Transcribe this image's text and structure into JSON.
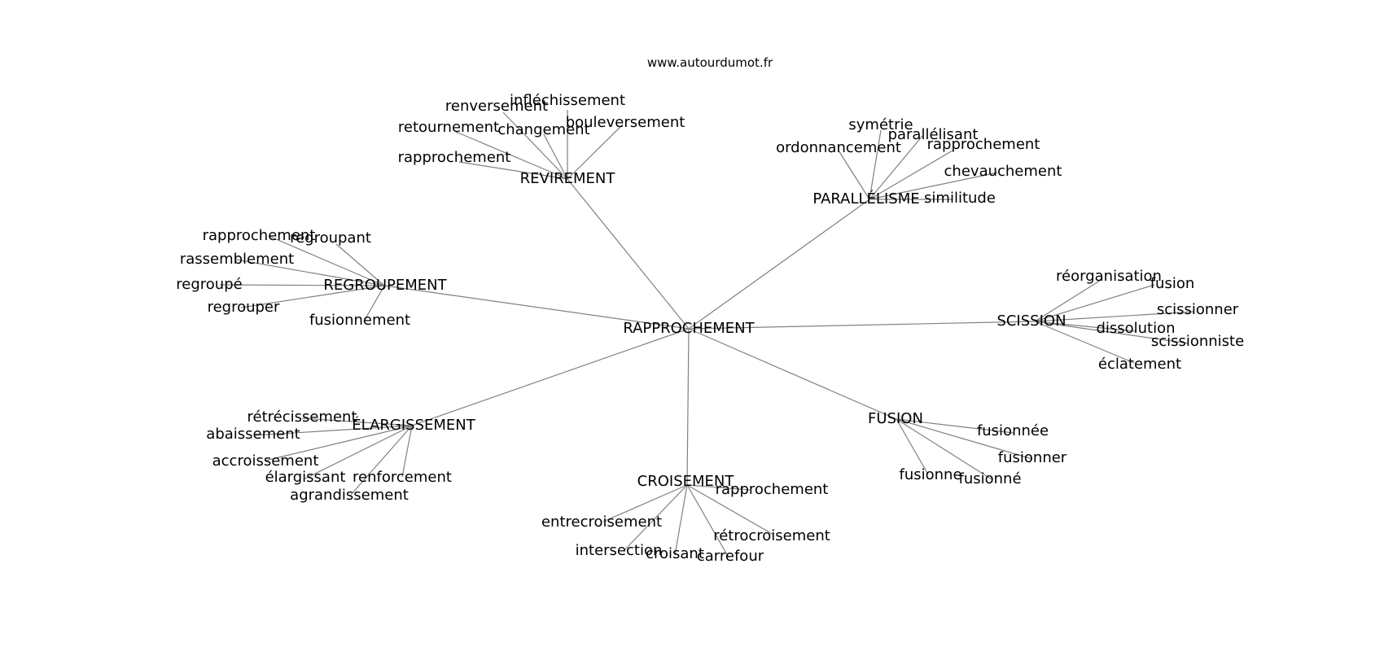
{
  "site": "www.autourdumot.fr",
  "center": "RAPPROCHEMENT",
  "clusters": [
    {
      "id": "revirement",
      "label": "REVIREMENT",
      "words": [
        "infléchissement",
        "renversement",
        "bouleversement",
        "retournement",
        "changement",
        "rapprochement"
      ]
    },
    {
      "id": "parallelisme",
      "label": "PARALLÉLISME",
      "words": [
        "symétrie",
        "parallélisant",
        "rapprochement",
        "ordonnancement",
        "chevauchement",
        "similitude"
      ]
    },
    {
      "id": "regroupement",
      "label": "REGROUPEMENT",
      "words": [
        "rapprochement",
        "regroupant",
        "rassemblement",
        "regroupé",
        "regrouper",
        "fusionnement"
      ]
    },
    {
      "id": "scission",
      "label": "SCISSION",
      "words": [
        "réorganisation",
        "fusion",
        "scissionner",
        "dissolution",
        "scissionniste",
        "éclatement"
      ]
    },
    {
      "id": "elargissement",
      "label": "ÉLARGISSEMENT",
      "words": [
        "rétrécissement",
        "abaissement",
        "accroissement",
        "élargissant",
        "renforcement",
        "agrandissement"
      ]
    },
    {
      "id": "fusion",
      "label": "FUSION",
      "words": [
        "fusionnée",
        "fusionner",
        "fusionné",
        "fusionne"
      ]
    },
    {
      "id": "croisement",
      "label": "CROISEMENT",
      "words": [
        "rapprochement",
        "entrecroisement",
        "rétrocroisement",
        "intersection",
        "croisant",
        "carrefour"
      ]
    }
  ]
}
